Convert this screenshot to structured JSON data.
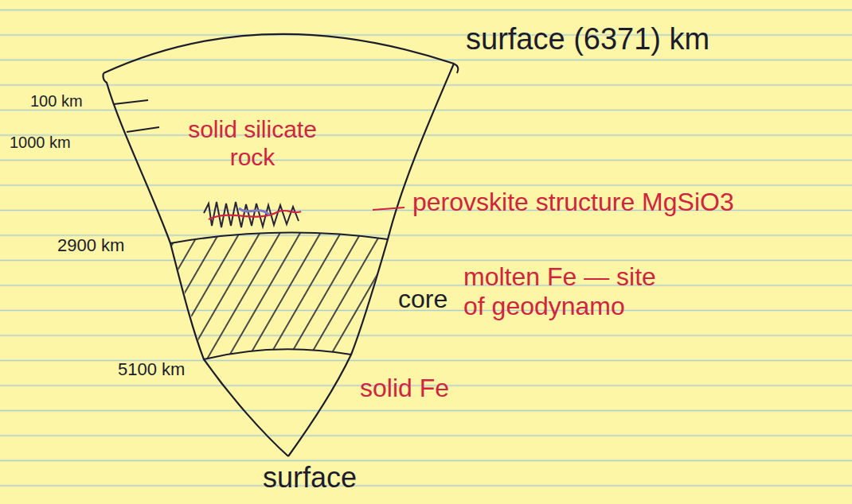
{
  "diagram": {
    "labels": [
      "surface (6371) km",
      "100 km",
      "1000 km",
      "solid silicate rock",
      "perovskite structure MgSiO3",
      "2900 km",
      "core",
      "molten Fe — site of geodynamo",
      "5100 km",
      "solid Fe",
      "surface"
    ]
  }
}
